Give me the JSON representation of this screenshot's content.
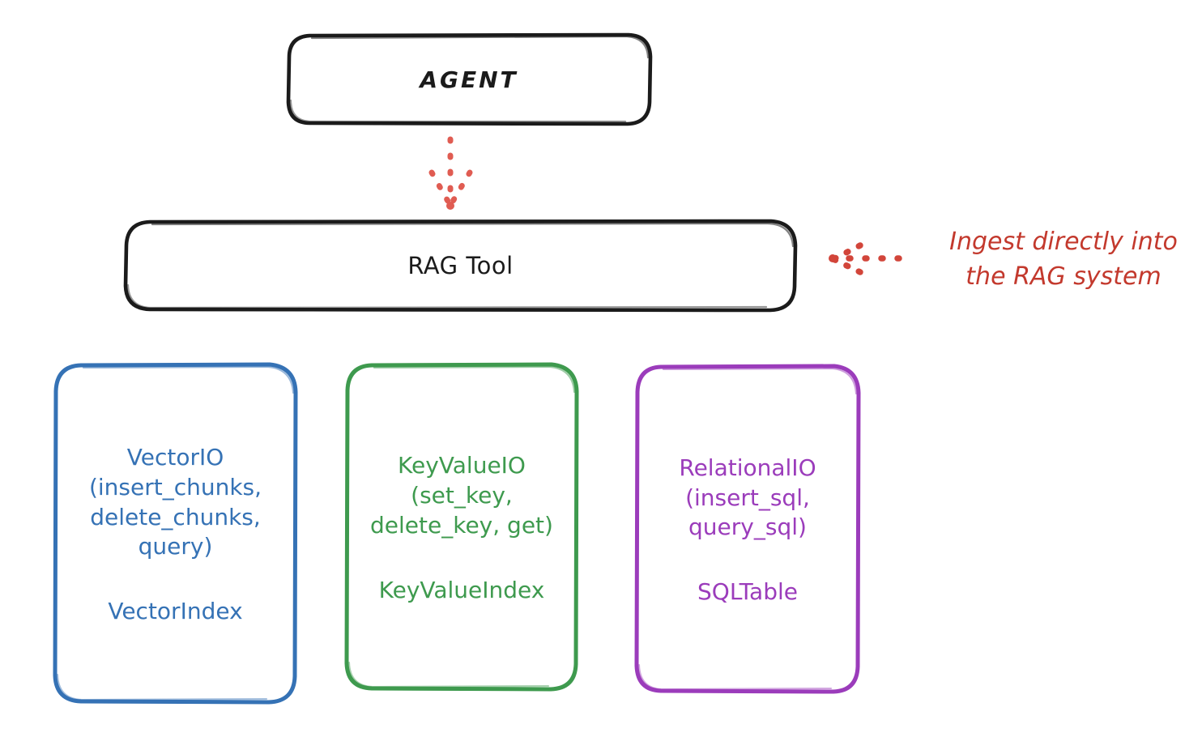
{
  "diagram": {
    "title_nodes": {
      "agent": {
        "label": "AGENT",
        "color": "#1b1b1b"
      },
      "rag_tool": {
        "label": "RAG Tool",
        "color": "#1b1b1b"
      }
    },
    "stores": [
      {
        "id": "vector",
        "api": "VectorIO\n(insert_chunks,\ndelete_chunks,\nquery)",
        "index": "VectorIndex",
        "color": "#3572b5"
      },
      {
        "id": "keyvalue",
        "api": "KeyValueIO\n(set_key,\ndelete_key, get)",
        "index": "KeyValueIndex",
        "color": "#3e9a4e"
      },
      {
        "id": "relational",
        "api": "RelationalIO\n(insert_sql,\nquery_sql)",
        "index": "SQLTable",
        "color": "#9b3cbb"
      }
    ],
    "annotations": {
      "ingest": {
        "text": "Ingest directly into\nthe RAG system",
        "color": "#c3392d"
      }
    },
    "connectors": {
      "agent_to_rag": {
        "style": "dotted-arrow-down",
        "color": "#e05c52"
      },
      "annotation_to_rag": {
        "style": "dotted-arrow-left",
        "color": "#d2453a"
      }
    }
  }
}
